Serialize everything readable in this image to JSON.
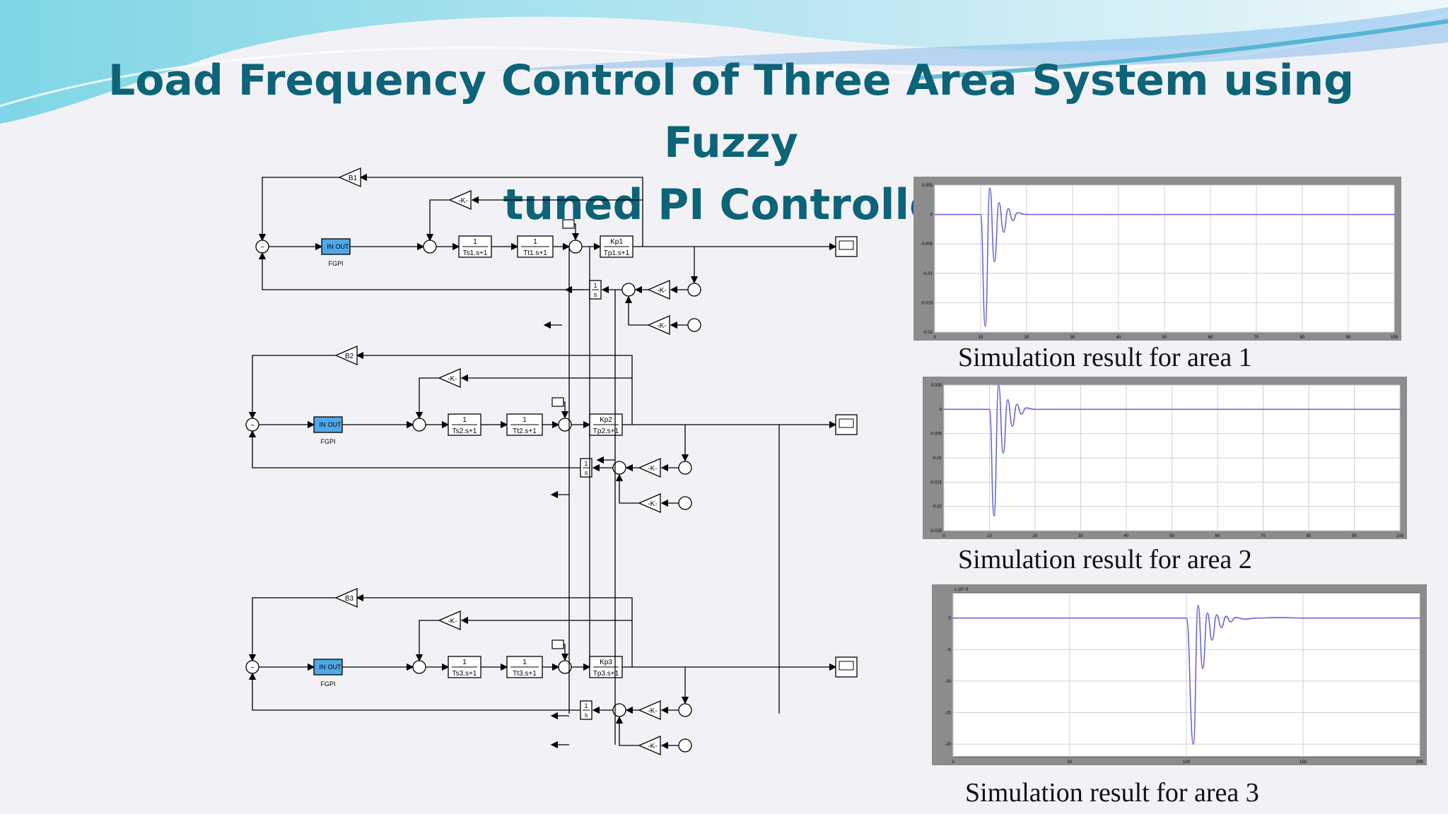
{
  "slide": {
    "title_line1": "Load Frequency Control of Three Area System using Fuzzy",
    "title_line2": "tuned PI Controller",
    "title_color": "#0d6378",
    "accent_colors": [
      "#7fd6e6",
      "#2ba6c4",
      "#4aa0e8"
    ]
  },
  "diagram": {
    "areas": [
      {
        "controller": {
          "in": "IN",
          "out": "OUT",
          "label": "FGPI"
        },
        "bias": "B1",
        "gain": "-K-",
        "governor": {
          "num": "1",
          "den": "Ts1.s+1"
        },
        "turbine": {
          "num": "1",
          "den": "Tt1.s+1"
        },
        "power_system": {
          "num": "Kp1",
          "den": "Tp1.s+1"
        },
        "integrator": {
          "num": "1",
          "den": "s"
        }
      },
      {
        "controller": {
          "in": "IN",
          "out": "OUT",
          "label": "FGPI"
        },
        "bias": "B2",
        "gain": "-K-",
        "governor": {
          "num": "1",
          "den": "Ts2.s+1"
        },
        "turbine": {
          "num": "1",
          "den": "Tt2.s+1"
        },
        "power_system": {
          "num": "Kp2",
          "den": "Tp2.s+1"
        },
        "integrator": {
          "num": "1",
          "den": "s"
        }
      },
      {
        "controller": {
          "in": "IN",
          "out": "OUT",
          "label": "FGPI"
        },
        "bias": "B3",
        "gain": "-K-",
        "governor": {
          "num": "1",
          "den": "Ts3.s+1"
        },
        "turbine": {
          "num": "1",
          "den": "Tt3.s+1"
        },
        "power_system": {
          "num": "Kp3",
          "den": "Tp3.s+1"
        },
        "integrator": {
          "num": "1",
          "den": "s"
        }
      }
    ]
  },
  "results": [
    {
      "caption": "Simulation result for area 1"
    },
    {
      "caption": "Simulation result for area 2"
    },
    {
      "caption": "Simulation result for area 3"
    }
  ],
  "chart_data": [
    {
      "type": "line",
      "x": [
        0,
        10,
        11,
        12,
        13,
        14,
        15,
        16,
        17,
        18,
        20,
        100
      ],
      "values": [
        0,
        0,
        -0.019,
        0.0045,
        -0.008,
        0.002,
        -0.003,
        0.001,
        -0.001,
        0.0003,
        0,
        0
      ],
      "xlim": [
        0,
        100
      ],
      "ylim": [
        -0.02,
        0.005
      ],
      "xticks": [
        "0",
        "10",
        "20",
        "30",
        "40",
        "50",
        "60",
        "70",
        "80",
        "90",
        "100"
      ],
      "yticks": [
        "0.005",
        "0",
        "-0.005",
        "-0.01",
        "-0.015",
        "-0.02",
        "-0.025"
      ],
      "line_color": "#6a6ad0",
      "grid": true
    },
    {
      "type": "line",
      "x": [
        0,
        10,
        11,
        12,
        13,
        14,
        15,
        16,
        17,
        18,
        20,
        100
      ],
      "values": [
        0,
        0,
        -0.022,
        0.005,
        -0.009,
        0.002,
        -0.0035,
        0.001,
        -0.001,
        0.0003,
        0,
        0
      ],
      "xlim": [
        0,
        100
      ],
      "ylim": [
        -0.025,
        0.005
      ],
      "xticks": [
        "0",
        "10",
        "20",
        "30",
        "40",
        "50",
        "60",
        "70",
        "80",
        "90",
        "100"
      ],
      "yticks": [
        "0.005",
        "0",
        "-0.005",
        "-0.01",
        "-0.015",
        "-0.02",
        "-0.025"
      ],
      "line_color": "#6a6ad0",
      "grid": true
    },
    {
      "type": "line",
      "x": [
        0,
        100,
        103,
        105,
        107,
        109,
        111,
        113,
        115,
        117,
        119,
        121,
        125,
        130,
        140,
        150,
        200
      ],
      "values": [
        0,
        0,
        -20,
        2,
        -8,
        0.8,
        -3.5,
        0.5,
        -1.5,
        0.3,
        -0.6,
        0.1,
        -0.2,
        0,
        0.1,
        0,
        0
      ],
      "xlim": [
        0,
        200
      ],
      "ylim": [
        -22,
        4
      ],
      "xticks": [
        "0",
        "50",
        "100",
        "150",
        "200"
      ],
      "yticks": [
        "0",
        "-5",
        "-10",
        "-15",
        "-20"
      ],
      "exponent_label": "x 10^-3",
      "line_color": "#6a6ad0",
      "grid": true
    }
  ]
}
